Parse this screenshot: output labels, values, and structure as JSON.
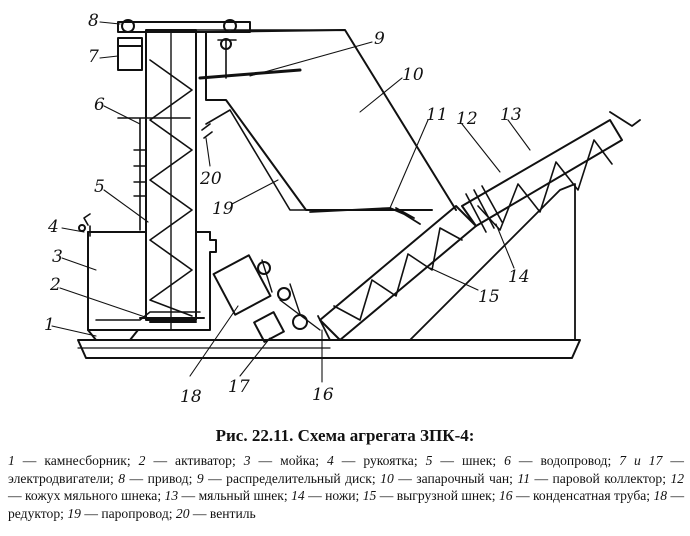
{
  "figure": {
    "labels": [
      "1",
      "2",
      "3",
      "4",
      "5",
      "6",
      "7",
      "8",
      "9",
      "10",
      "11",
      "12",
      "13",
      "14",
      "15",
      "16",
      "17",
      "18",
      "19",
      "20"
    ]
  },
  "caption": {
    "title": "Рис. 22.11. Схема агрегата ЗПК-4:",
    "items": [
      {
        "n": "1",
        "text": "камнесборник;"
      },
      {
        "n": "2",
        "text": "активатор;"
      },
      {
        "n": "3",
        "text": "мойка;"
      },
      {
        "n": "4",
        "text": "рукоятка;"
      },
      {
        "n": "5",
        "text": "шнек;"
      },
      {
        "n": "6",
        "text": "водопровод;"
      },
      {
        "n": "7 и 17",
        "text": "электродвигатели;"
      },
      {
        "n": "8",
        "text": "привод;"
      },
      {
        "n": "9",
        "text": "распределительный диск;"
      },
      {
        "n": "10",
        "text": "запарочный чан;"
      },
      {
        "n": "11",
        "text": "паровой коллектор;"
      },
      {
        "n": "12",
        "text": "кожух мяльного шнека;"
      },
      {
        "n": "13",
        "text": "мяльный шнек;"
      },
      {
        "n": "14",
        "text": "ножи;"
      },
      {
        "n": "15",
        "text": "выгрузной шнек;"
      },
      {
        "n": "16",
        "text": "конденсатная труба;"
      },
      {
        "n": "18",
        "text": "редуктор;"
      },
      {
        "n": "19",
        "text": "паропровод;"
      },
      {
        "n": "20",
        "text": "вентиль"
      }
    ]
  }
}
